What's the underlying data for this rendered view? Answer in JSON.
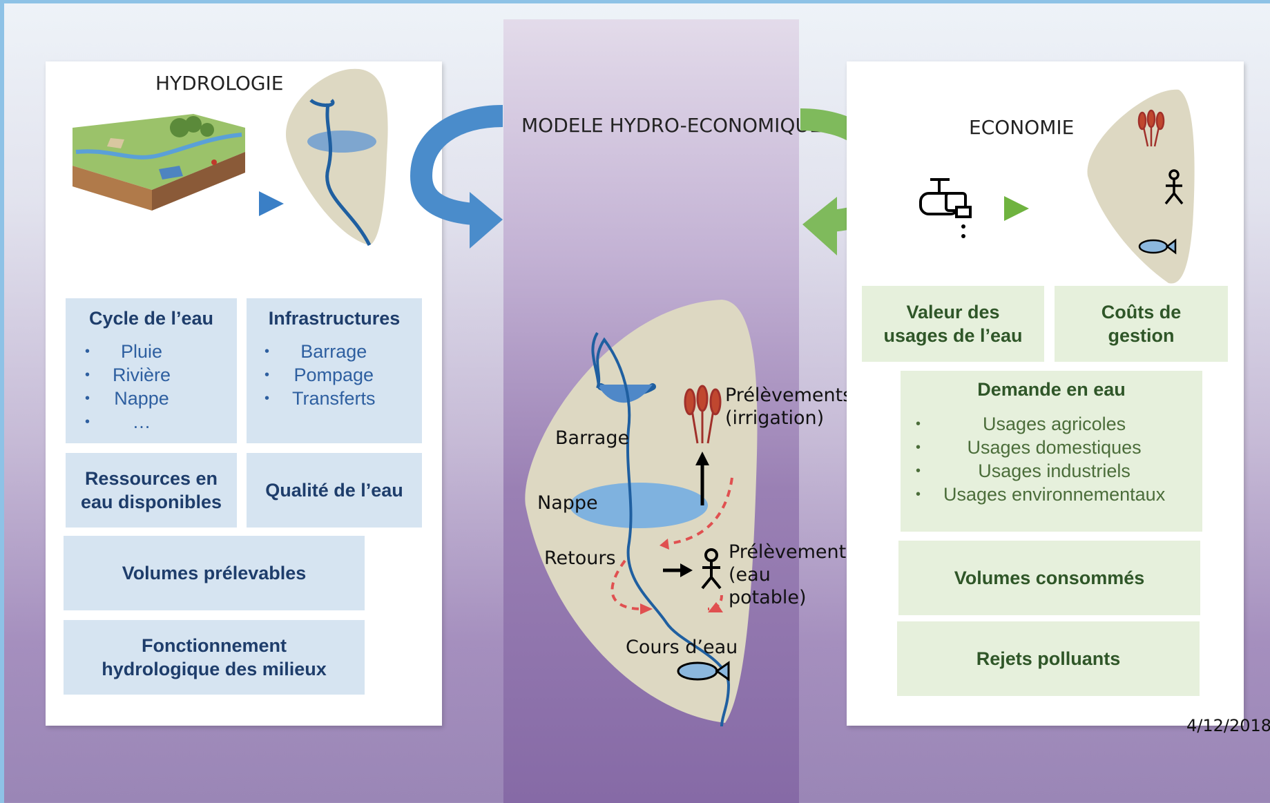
{
  "hydrologie": {
    "title": "HYDROLOGIE",
    "cycle": {
      "heading": "Cycle de l’eau",
      "items": [
        "Pluie",
        "Rivière",
        "Nappe",
        "…"
      ]
    },
    "infrastructures": {
      "heading": "Infrastructures",
      "items": [
        "Barrage",
        "Pompage",
        "Transferts"
      ]
    },
    "ressources": "Ressources en eau disponibles",
    "qualite": "Qualité de l’eau",
    "volumes": "Volumes prélevables",
    "fonctionnement": "Fonctionnement hydrologique des milieux"
  },
  "modele": {
    "title": "MODELE HYDRO-ECONOMIQUE",
    "labels": {
      "barrage": "Barrage",
      "nappe": "Nappe",
      "retours": "Retours",
      "prelevements_irrigation": "Prélèvements (irrigation)",
      "prelevements_potable": "Prélèvements (eau potable)",
      "cours_eau": "Cours d’eau"
    }
  },
  "economie": {
    "title": "ECONOMIE",
    "valeur": "Valeur des usages de l’eau",
    "couts": "Coûts de gestion",
    "demande": {
      "heading": "Demande en eau",
      "items": [
        "Usages agricoles",
        "Usages domestiques",
        "Usages industriels",
        "Usages environnementaux"
      ]
    },
    "volumes": "Volumes consommés",
    "rejets": "Rejets polluants"
  },
  "date": "4/12/2018",
  "colors": {
    "blue_box": "#d6e4f1",
    "green_box": "#e6f0dc",
    "river": "#1f5fa0",
    "blue_arrow": "#4a8ccb",
    "green_arrow": "#7fba5c",
    "map_fill": "#ddd8c2"
  }
}
